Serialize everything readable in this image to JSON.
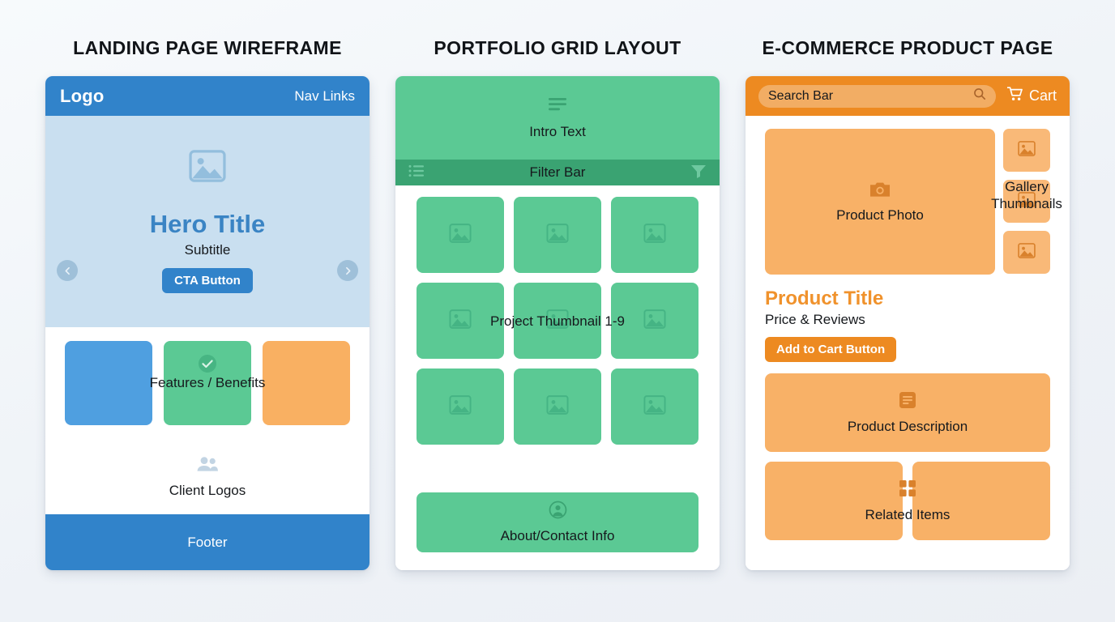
{
  "columns": [
    {
      "title": "LANDING PAGE WIREFRAME",
      "nav": {
        "logo": "Logo",
        "links": "Nav Links"
      },
      "hero": {
        "image_icon": "image-placeholder-icon",
        "title": "Hero Title",
        "subtitle": "Subtitle",
        "cta": "CTA Button",
        "prev_icon": "chevron-left-icon",
        "next_icon": "chevron-right-icon"
      },
      "features": {
        "label": "Features / Benefits",
        "check_icon": "check-circle-icon",
        "boxes": [
          {
            "name": "feature-box-blue",
            "color": "#4f9fe0"
          },
          {
            "name": "feature-box-green",
            "color": "#5bc994"
          },
          {
            "name": "feature-box-orange",
            "color": "#f9b062"
          }
        ]
      },
      "clients": {
        "label": "Client Logos",
        "icon": "people-icon"
      },
      "footer": "Footer"
    },
    {
      "title": "PORTFOLIO GRID LAYOUT",
      "intro": {
        "label": "Intro Text",
        "icon": "text-lines-icon"
      },
      "filter": {
        "label": "Filter Bar",
        "list_icon": "list-icon",
        "funnel_icon": "funnel-icon"
      },
      "grid": {
        "label": "Project Thumbnail 1-9",
        "thumb_icon": "image-placeholder-icon",
        "count": 9
      },
      "about": {
        "label": "About/Contact Info",
        "icon": "user-circle-icon"
      }
    },
    {
      "title": "E-COMMERCE PRODUCT PAGE",
      "header": {
        "search_value": "Search Bar",
        "search_icon": "search-icon",
        "cart_label": "Cart",
        "cart_icon": "shopping-cart-icon"
      },
      "gallery": {
        "photo_label": "Product Photo",
        "photo_icon": "camera-icon",
        "thumbs_label": "Gallery\nThumbnails",
        "thumbs_label_line1": "Gallery",
        "thumbs_label_line2": "Thumbnails",
        "thumb_icon": "image-placeholder-icon",
        "thumb_count": 3
      },
      "product": {
        "title": "Product Title",
        "price": "Price & Reviews",
        "add_to_cart": "Add to Cart Button"
      },
      "description": {
        "label": "Product Description",
        "icon": "document-lines-icon"
      },
      "related": {
        "label": "Related Items",
        "icon": "grid-squares-icon",
        "count": 2
      }
    }
  ],
  "colors": {
    "blue": "#3183ca",
    "blue_light": "#c9dff0",
    "green": "#5bc994",
    "green_dark": "#3aa372",
    "orange": "#ed8a21",
    "orange_light": "#f8b167",
    "page_bg": "#eef2f7"
  }
}
